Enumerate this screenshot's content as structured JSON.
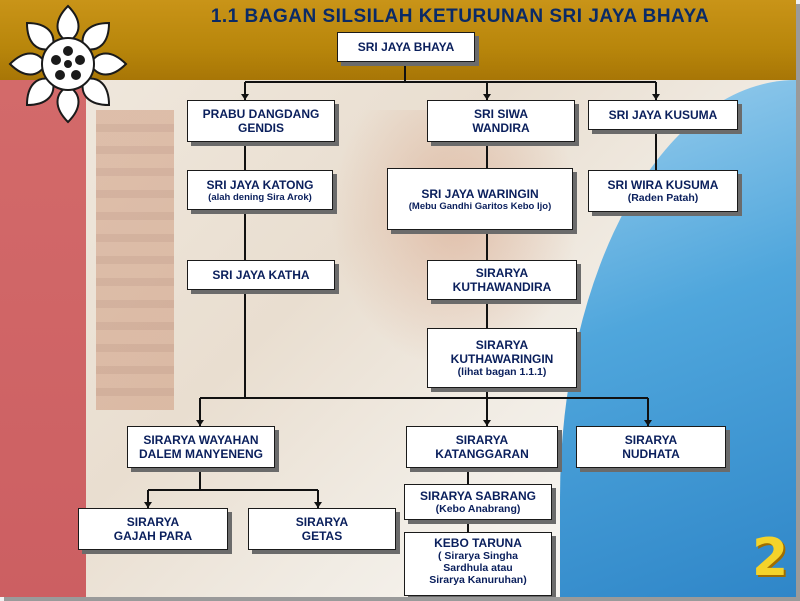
{
  "title": "1.1 BAGAN  SILSILAH  KETURUNAN SRI JAYA BHAYA",
  "page_number": "2",
  "colors": {
    "topbar": "#b8860b",
    "leftbar": "#cc5f62",
    "blue": "#3f97d3",
    "text": "#0a1f5c"
  },
  "logo_icon": "flower-ornament-icon",
  "nodes": {
    "root": {
      "line1": "SRI JAYA BHAYA"
    },
    "dangdang": {
      "line1": "PRABU DANGDANG",
      "line2": "GENDIS"
    },
    "siwa": {
      "line1": "SRI SIWA",
      "line2": "WANDIRA"
    },
    "kusuma": {
      "line1": "SRI JAYA KUSUMA"
    },
    "katong": {
      "line1": "SRI JAYA KATONG",
      "sub": "(alah dening Sira Arok)"
    },
    "waringin": {
      "line1": "SRI JAYA WARINGIN",
      "sub": "(Mebu Gandhi Garitos Kebo Ijo)"
    },
    "wira": {
      "line1": "SRI WIRA KUSUMA",
      "sub": "(Raden Patah)"
    },
    "katha": {
      "line1": "SRI JAYA KATHA"
    },
    "kuthawandira": {
      "line1": "SIRARYA",
      "line2": "KUTHAWANDIRA"
    },
    "kuthawaringin": {
      "line1": "SIRARYA",
      "line2": "KUTHAWARINGIN",
      "sub": "(lihat bagan 1.1.1)"
    },
    "wayahan": {
      "line1": "SIRARYA WAYAHAN",
      "line2": "DALEM MANYENENG"
    },
    "katanggaran": {
      "line1": "SIRARYA",
      "line2": "KATANGGARAN"
    },
    "nudhata": {
      "line1": "SIRARYA",
      "line2": "NUDHATA"
    },
    "sabrang": {
      "line1": "SIRARYA SABRANG",
      "sub": "(Kebo Anabrang)"
    },
    "gajahpara": {
      "line1": "SIRARYA",
      "line2": "GAJAH PARA"
    },
    "getas": {
      "line1": "SIRARYA",
      "line2": "GETAS"
    },
    "kebotaruna": {
      "line1": "KEBO TARUNA",
      "sub1": "( Sirarya  Singha",
      "sub2": "Sardhula atau",
      "sub3": "Sirarya Kanuruhan)"
    }
  }
}
